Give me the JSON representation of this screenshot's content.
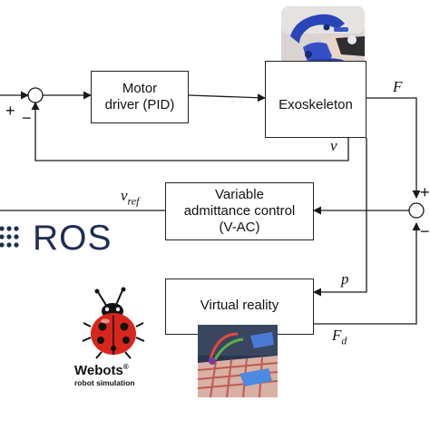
{
  "blocks": {
    "motor_driver": [
      "Motor",
      "driver (PID)"
    ],
    "exoskeleton": "Exoskeleton",
    "vac": [
      "Variable",
      "admittance control",
      "(V-AC)"
    ],
    "virtual_reality": "Virtual reality"
  },
  "signals": {
    "force": "F",
    "velocity": "v",
    "velocity_ref_base": "v",
    "velocity_ref_sub": "ref",
    "position": "p",
    "desired_force_base": "F",
    "desired_force_sub": "d"
  },
  "signs": {
    "left_plus": "+",
    "left_minus": "−",
    "right_plus": "+",
    "right_minus": "−"
  },
  "logos": {
    "ros": "ROS",
    "webots": "Webots",
    "webots_mark": "®",
    "webots_tagline": "robot simulation"
  },
  "colors": {
    "line": "#1a1a1a",
    "ros_blue": "#1f2d54",
    "ladybug_red": "#d8261c"
  }
}
